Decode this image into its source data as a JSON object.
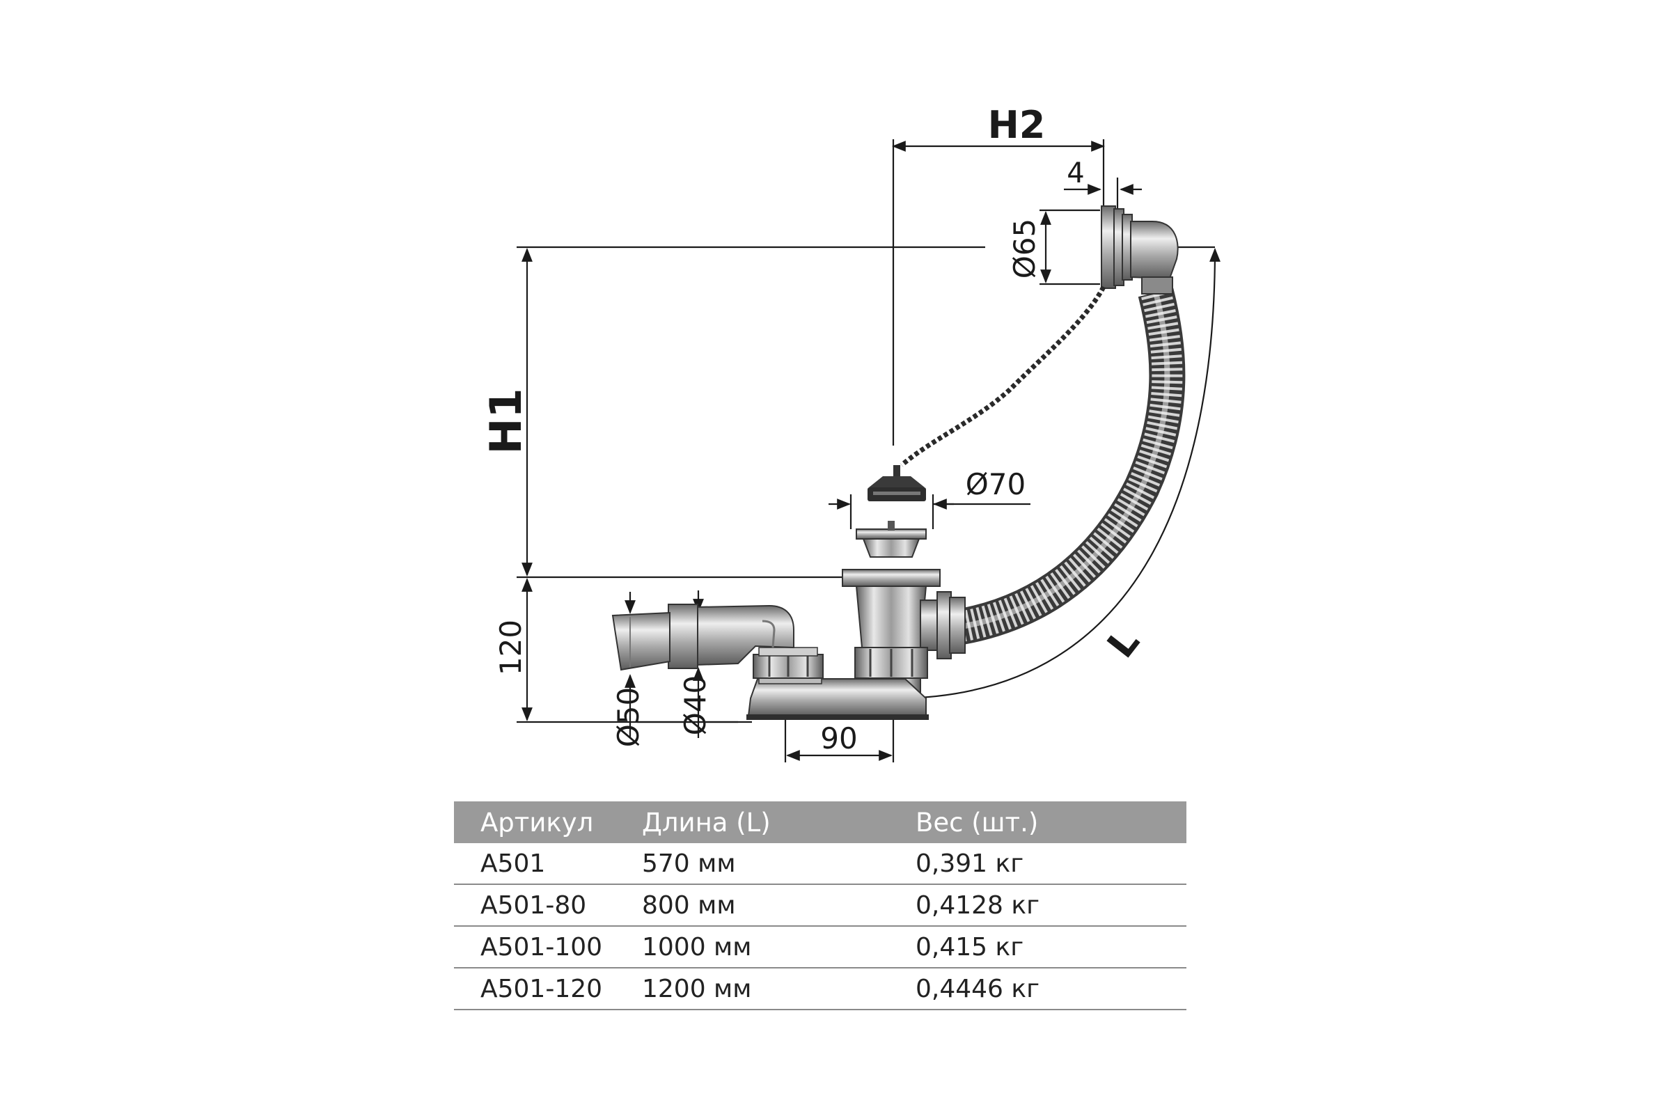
{
  "diagram": {
    "labels": {
      "h1": "H1",
      "h2": "H2",
      "l": "L",
      "gap": "4",
      "overflow_diameter": "Ø65",
      "plug_diameter": "Ø70",
      "height_base": "120",
      "outlet_outer": "Ø50",
      "outlet_inner": "Ø40",
      "offset": "90"
    }
  },
  "table": {
    "headers": [
      "Артикул",
      "Длина (L)",
      "Вес (шт.)"
    ],
    "rows": [
      [
        "A501",
        "570 мм",
        "0,391 кг"
      ],
      [
        "A501-80",
        "800 мм",
        "0,4128 кг"
      ],
      [
        "A501-100",
        "1000 мм",
        "0,415 кг"
      ],
      [
        "A501-120",
        "1200 мм",
        "0,4446 кг"
      ]
    ]
  },
  "colors": {
    "header_bg": "#9a9a9a",
    "line": "#1a1a1a",
    "metal_light": "#e6e6e6",
    "metal_dark": "#6a6a6a"
  }
}
